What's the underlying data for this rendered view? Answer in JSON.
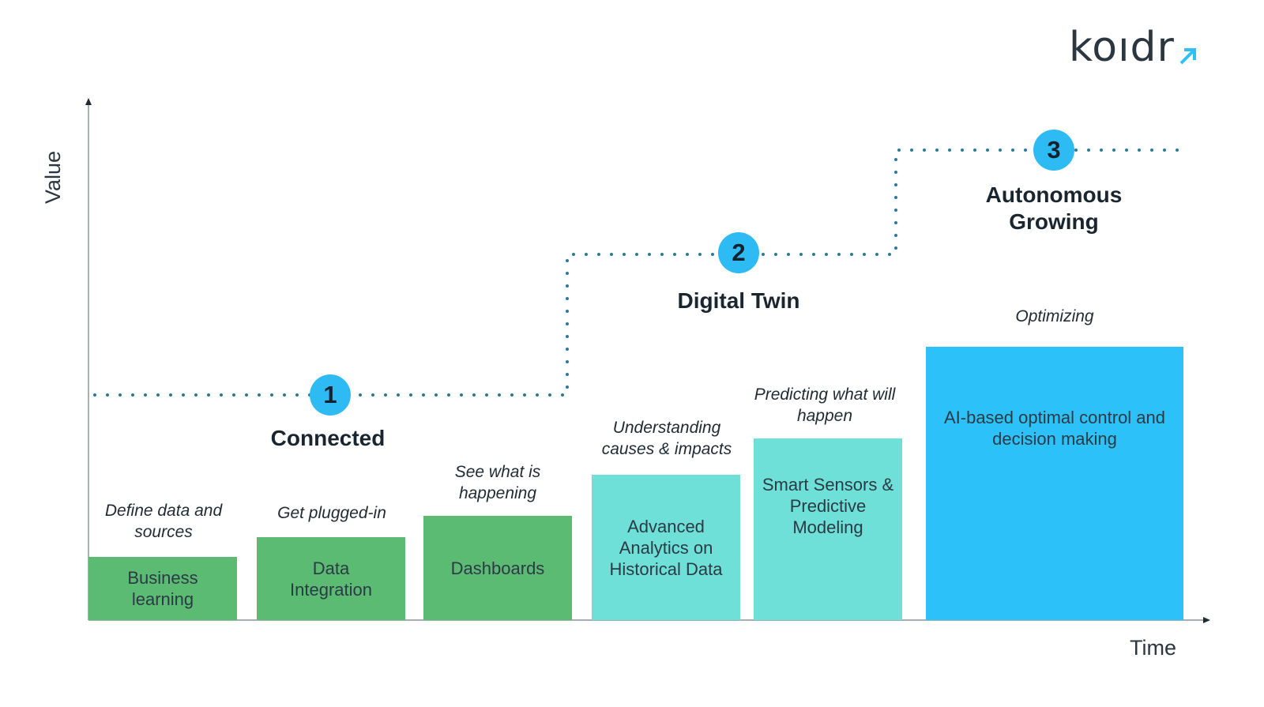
{
  "logo": {
    "text": "koıdr"
  },
  "axes": {
    "y_label": "Value",
    "x_label": "Time"
  },
  "stages": [
    {
      "number": "1",
      "title": "Connected"
    },
    {
      "number": "2",
      "title": "Digital Twin"
    },
    {
      "number": "3",
      "title": "Autonomous Growing"
    }
  ],
  "steps": [
    {
      "caption": "Define data and sources",
      "label": "Business learning"
    },
    {
      "caption": "Get plugged-in",
      "label": "Data Integration"
    },
    {
      "caption": "See what is happening",
      "label": "Dashboards"
    },
    {
      "caption": "Understanding causes & impacts",
      "label": "Advanced Analytics on Historical Data"
    },
    {
      "caption": "Predicting what will happen",
      "label": "Smart Sensors & Predictive Modeling"
    },
    {
      "caption": "Optimizing",
      "label": "AI-based optimal control and decision making"
    }
  ],
  "colors": {
    "green": "#5cbb73",
    "teal": "#6ee0d8",
    "blue": "#2dc1fa",
    "badge": "#2ebbf3",
    "dotted_line": "#2a7a9a"
  }
}
